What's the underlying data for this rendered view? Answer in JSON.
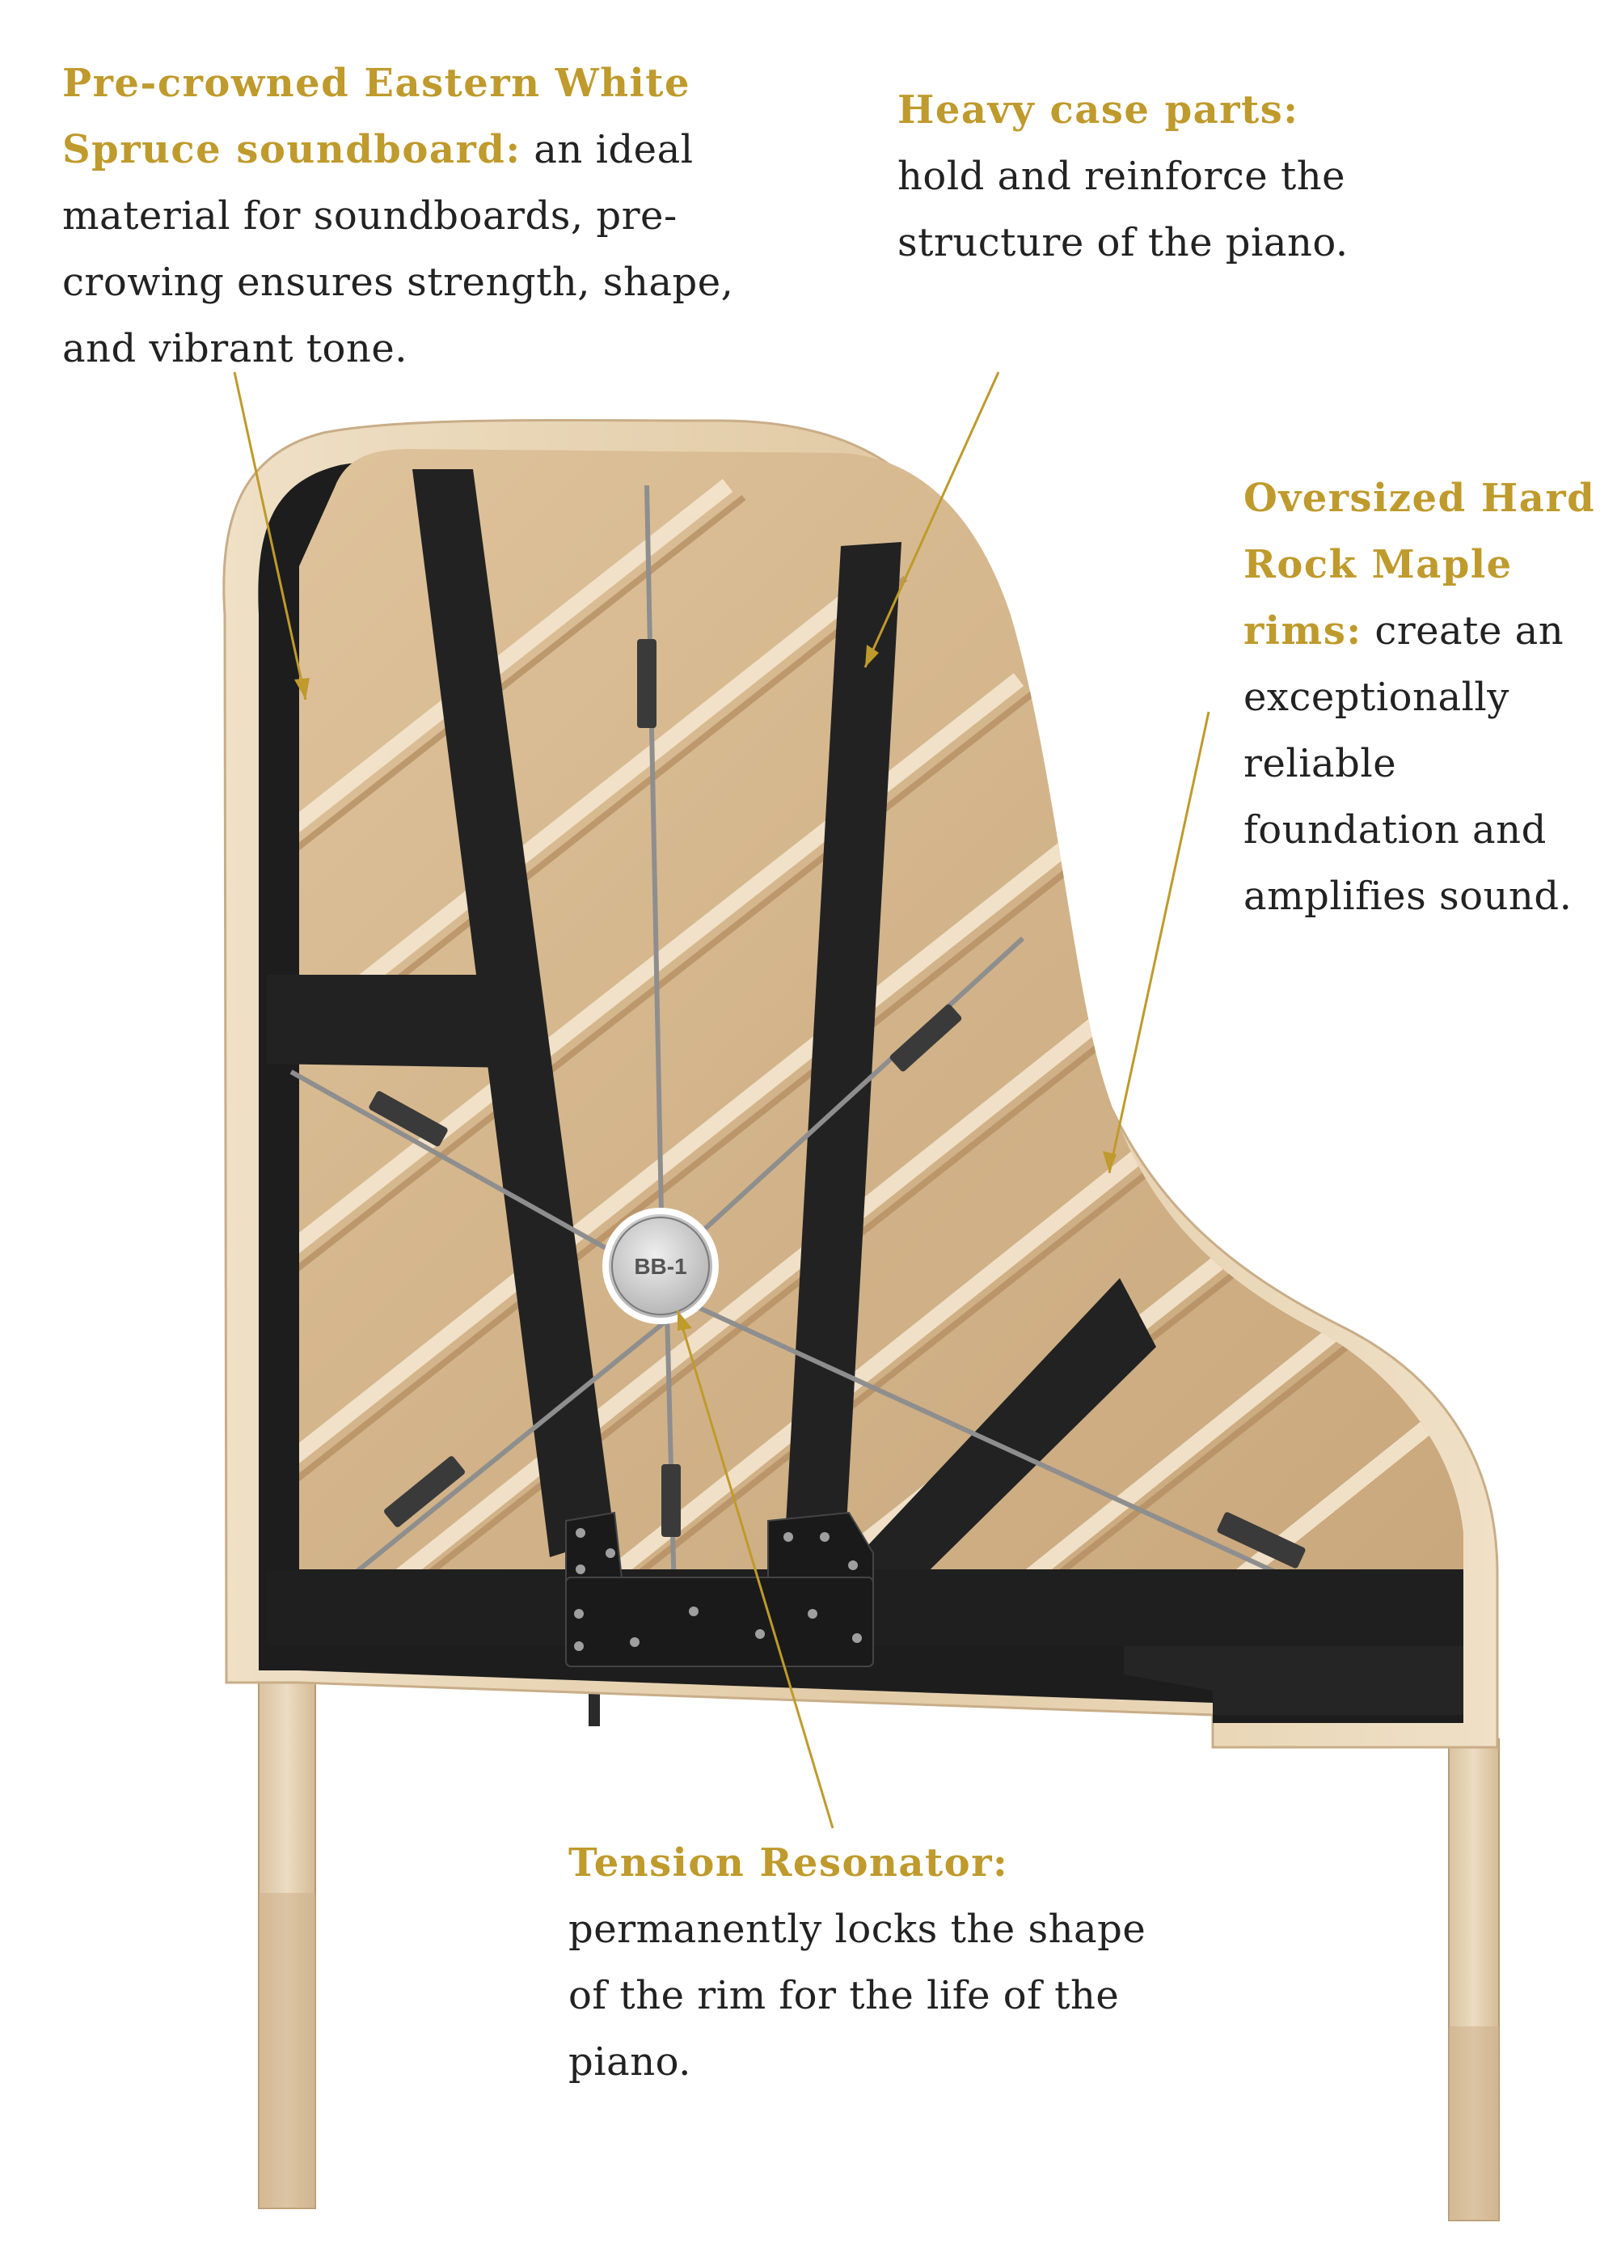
{
  "annotations": {
    "soundboard": {
      "title": "Pre-crowned Eastern White Spruce soundboard:",
      "body": " an ideal material for soundboards, pre-crowing ensures strength, shape, and vibrant tone."
    },
    "case_parts": {
      "title": "Heavy case parts:",
      "body": " hold and reinforce the structure of the piano."
    },
    "rims": {
      "title": "Oversized Hard Rock Maple rims:",
      "body": " create an exceptionally reliable foundation and amplifies sound."
    },
    "resonator": {
      "title": "Tension Resonator:",
      "body": " permanently locks the shape of the rim for the life of the piano."
    }
  },
  "resonator_badge": {
    "text": "BB-1"
  },
  "colors": {
    "accent_gold": "#bf9a2c",
    "body_text": "#222222",
    "rim_maple": "#e7d3b2",
    "soundboard_spruce": "#d2b48c",
    "braces": "#222222",
    "rods": "#9a9a9a"
  }
}
